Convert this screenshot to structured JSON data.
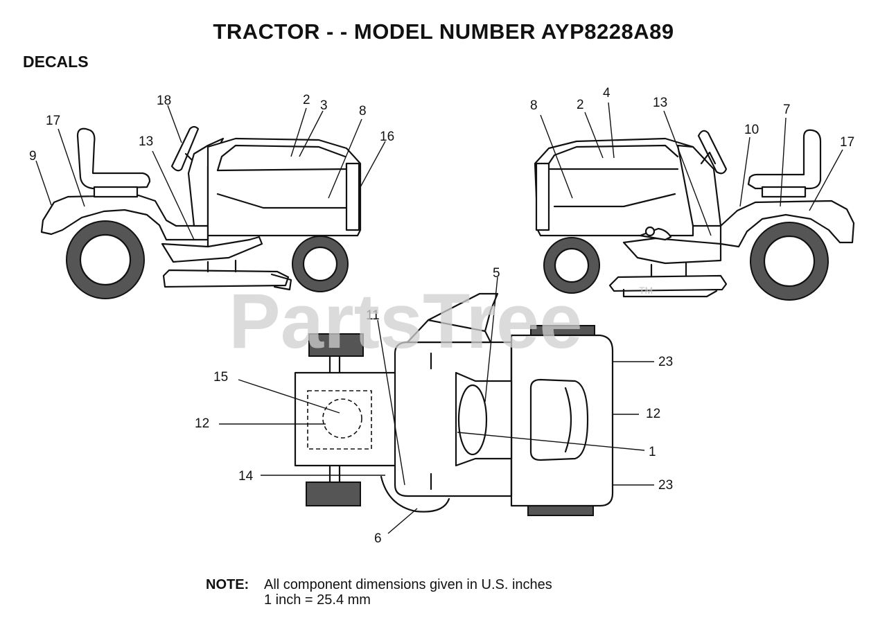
{
  "title": "TRACTOR - - MODEL NUMBER AYP8228A89",
  "section": "DECALS",
  "watermark": {
    "text": "PartsTree",
    "trademark": "TM"
  },
  "note": {
    "label": "NOTE:",
    "line1": "All component dimensions given in U.S. inches",
    "line2": "1 inch = 25.4 mm"
  },
  "callouts": {
    "left_view": [
      "18",
      "2",
      "3",
      "8",
      "16",
      "17",
      "9",
      "13"
    ],
    "right_view": [
      "8",
      "2",
      "4",
      "13",
      "7",
      "10",
      "17"
    ],
    "top_view": [
      "5",
      "11",
      "15",
      "12",
      "14",
      "6",
      "23",
      "12",
      "1",
      "23"
    ]
  }
}
